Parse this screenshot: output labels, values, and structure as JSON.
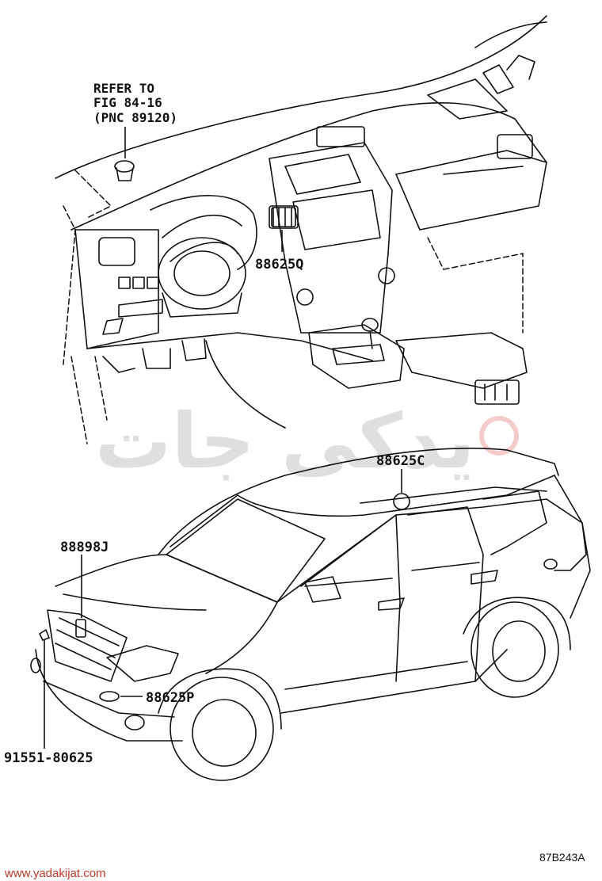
{
  "callouts": {
    "refer_line1": "REFER TO",
    "refer_line2": "FIG 84-16",
    "refer_line3": "(PNC 89120)",
    "part_88625Q": "88625Q",
    "part_88625C": "88625C",
    "part_88898J": "88898J",
    "part_88625P": "88625P",
    "part_91551": "91551-80625"
  },
  "diagram_code": "87B243A",
  "watermark": {
    "site_url": "www.yadakijat.com",
    "logo_text": "یدکی جات",
    "colors": {
      "gray": "#d9d9d9",
      "red": "#f2c2c2"
    }
  }
}
